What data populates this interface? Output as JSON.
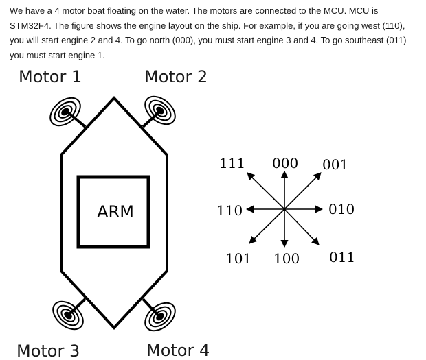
{
  "problem": {
    "text": "We have a 4 motor boat floating on the water. The motors are connected to the MCU. MCU is STM32F4. The figure shows the engine layout on the ship. For example, if you are going west (110), you will start engine 2 and 4. To go north (000), you must start engine 3 and 4. To go southeast (011) you must start engine 1."
  },
  "diagram": {
    "motor1": "Motor 1",
    "motor2": "Motor 2",
    "motor3": "Motor 3",
    "motor4": "Motor 4",
    "mcu": "ARM"
  },
  "compass": {
    "nw": "111",
    "n": "000",
    "ne": "001",
    "w": "110",
    "e": "010",
    "sw": "101",
    "s": "100",
    "se": "011"
  }
}
